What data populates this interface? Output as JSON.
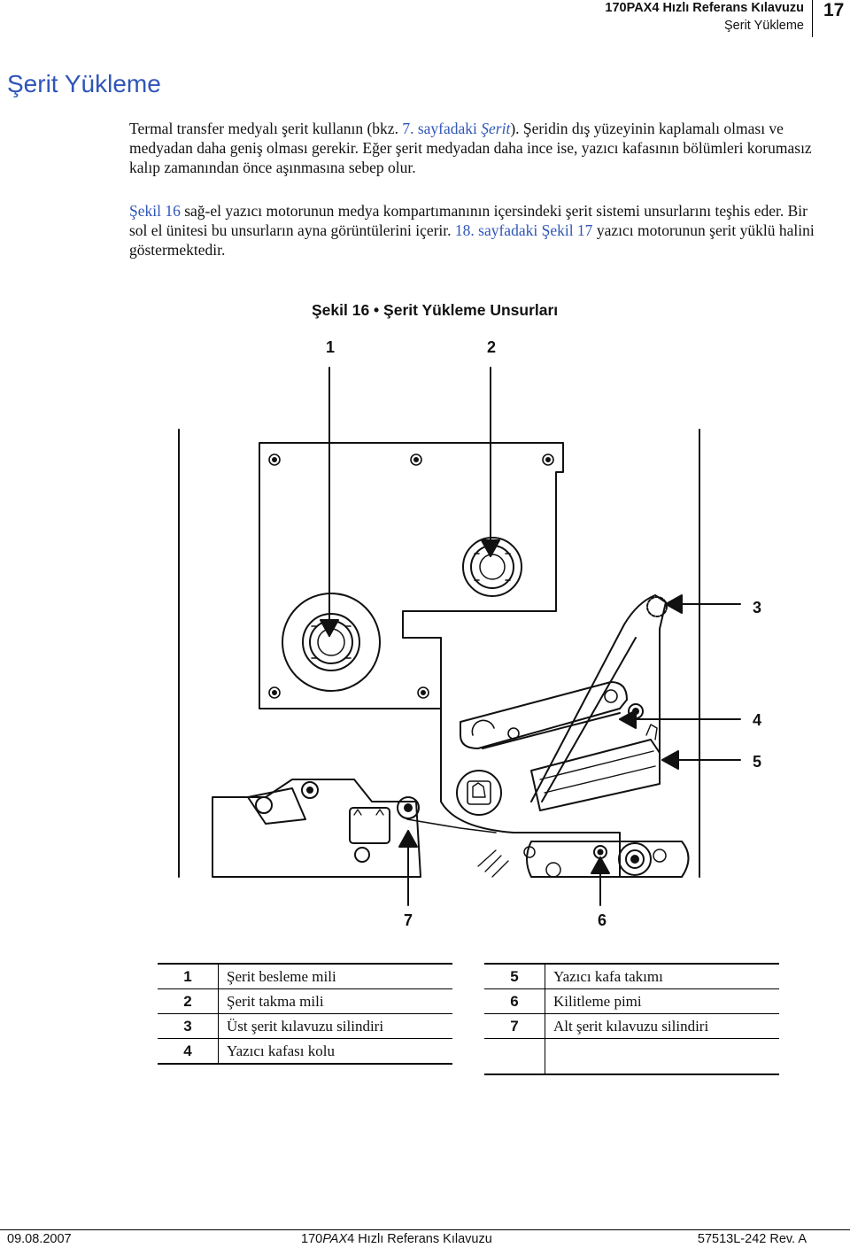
{
  "header": {
    "title": "170PAX4 Hızlı Referans Kılavuzu",
    "section": "Şerit Yükleme",
    "page_number": "17"
  },
  "heading": "Şerit Yükleme",
  "paragraph1": {
    "t1": "Termal transfer medyalı şerit kullanın (bkz. ",
    "link_page": "7. sayfadaki ",
    "link_term": "Şerit",
    "t2": "). Şeridin dış yüzeyinin kaplamalı olması ve medyadan daha geniş olması gerekir. Eğer şerit medyadan daha ince ise, yazıcı kafasının bölümleri korumasız kalıp zamanından önce aşınmasına sebep olur."
  },
  "paragraph2": {
    "link1": "Şekil 16",
    "t1": " sağ-el yazıcı motorunun medya kompartımanının içersindeki şerit sistemi unsurlarını teşhis eder. Bir sol el ünitesi bu unsurların ayna görüntülerini içerir. ",
    "link2": "18. sayfadaki Şekil 17",
    "t2": " yazıcı motorunun şerit yüklü halini göstermektedir."
  },
  "figure_caption": "Şekil 16 • Şerit Yükleme Unsurları",
  "callouts": [
    "1",
    "2",
    "3",
    "4",
    "5",
    "6",
    "7"
  ],
  "legend_left": [
    {
      "num": "1",
      "label": "Şerit besleme mili"
    },
    {
      "num": "2",
      "label": "Şerit takma mili"
    },
    {
      "num": "3",
      "label": "Üst şerit kılavuzu silindiri"
    },
    {
      "num": "4",
      "label": "Yazıcı kafası kolu"
    }
  ],
  "legend_right": [
    {
      "num": "5",
      "label": "Yazıcı kafa takımı"
    },
    {
      "num": "6",
      "label": "Kilitleme pimi"
    },
    {
      "num": "7",
      "label": "Alt şerit kılavuzu silindiri"
    }
  ],
  "footer": {
    "date": "09.08.2007",
    "title_a": "170",
    "title_b": "PAX",
    "title_c": "4 Hızlı Referans Kılavuzu",
    "doc_number": "57513L-242 Rev. A"
  },
  "colors": {
    "link": "#2f55b8",
    "text": "#111111"
  }
}
